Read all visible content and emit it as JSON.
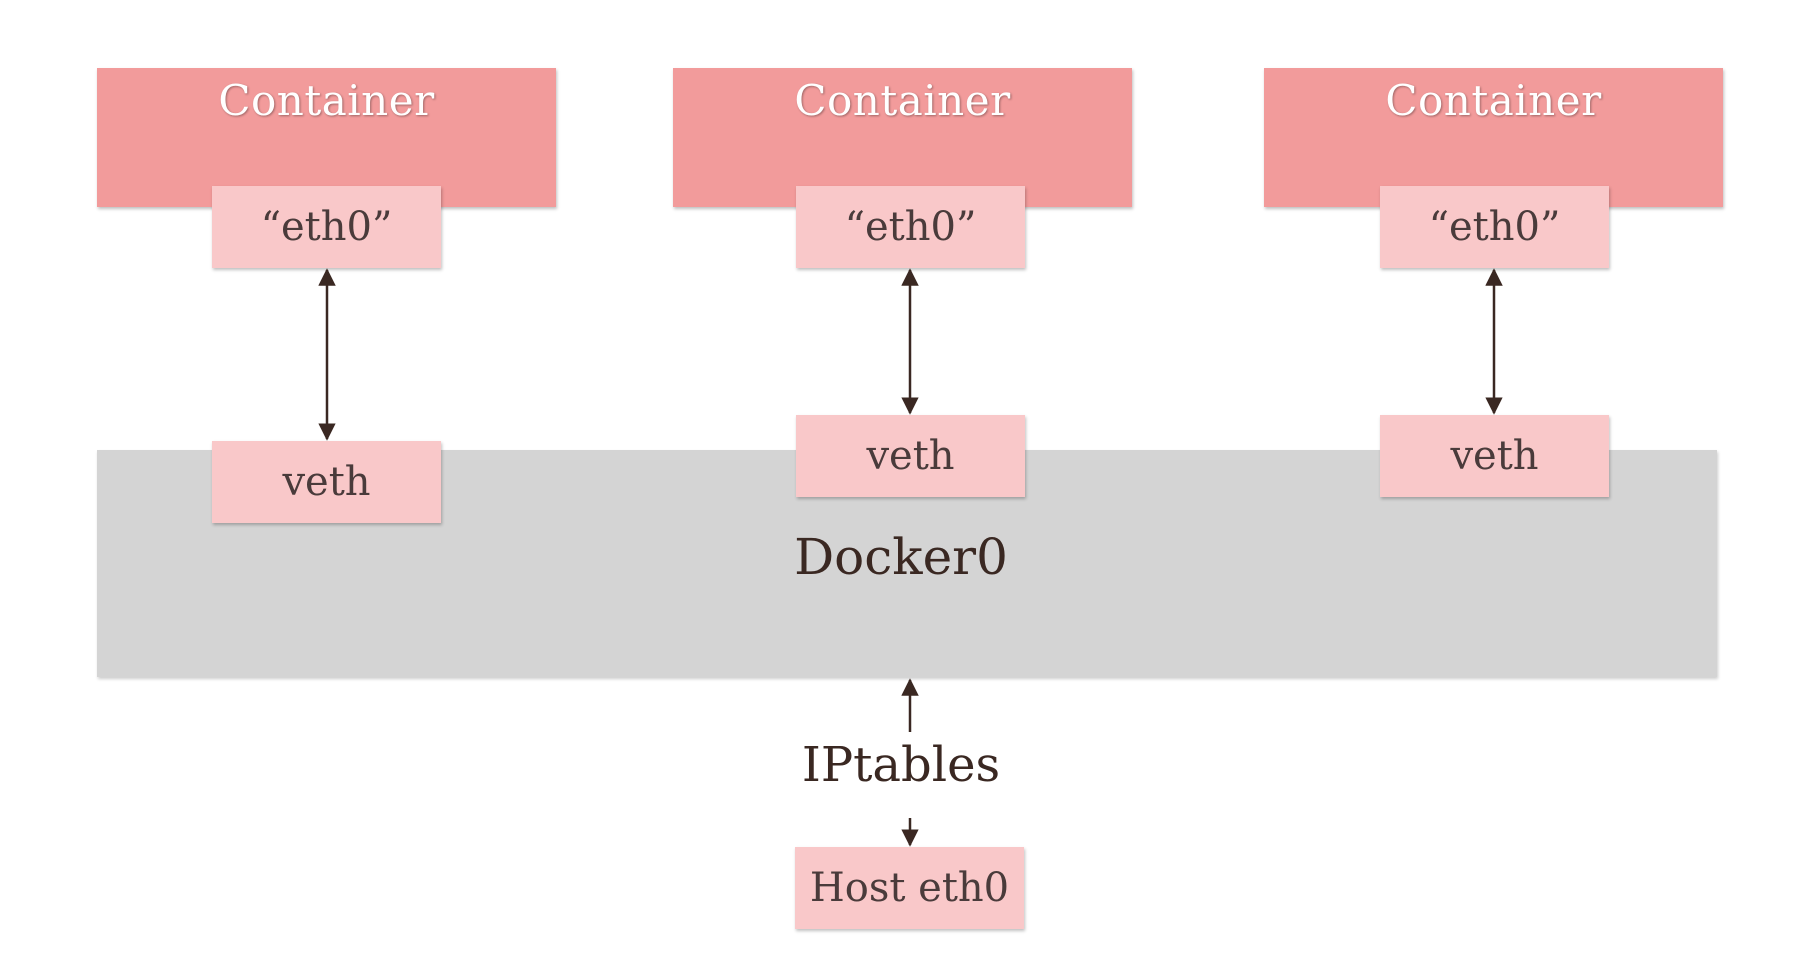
{
  "containers": [
    {
      "label": "Container",
      "iface": "“eth0”",
      "veth": "veth"
    },
    {
      "label": "Container",
      "iface": "“eth0”",
      "veth": "veth"
    },
    {
      "label": "Container",
      "iface": "“eth0”",
      "veth": "veth"
    }
  ],
  "bridge": {
    "label": "Docker0"
  },
  "iptables": {
    "label": "IPtables"
  },
  "host": {
    "label": "Host eth0"
  },
  "colors": {
    "container": "#f29b9b",
    "interface": "#f9c8c9",
    "bridge": "#d4d4d4",
    "arrow": "#3a2822"
  }
}
